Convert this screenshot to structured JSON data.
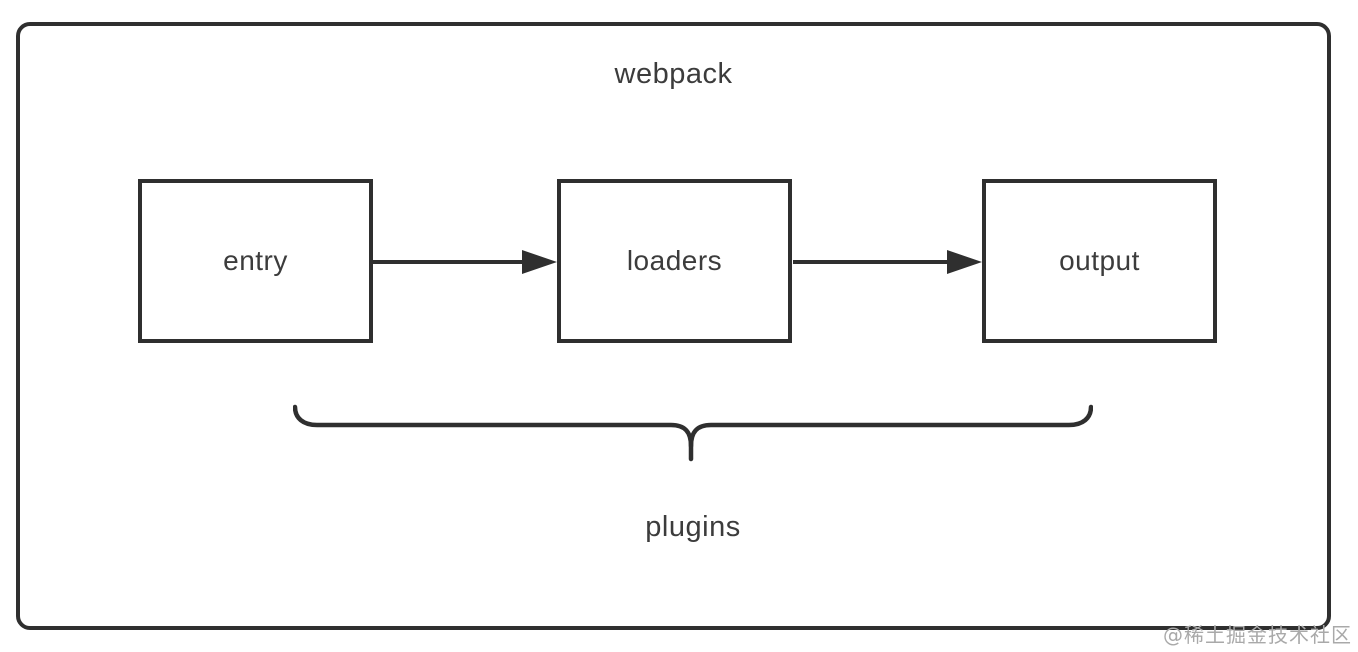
{
  "diagram": {
    "title": "webpack",
    "nodes": [
      {
        "id": "entry",
        "label": "entry"
      },
      {
        "id": "loaders",
        "label": "loaders"
      },
      {
        "id": "output",
        "label": "output"
      }
    ],
    "connections": [
      {
        "from": "entry",
        "to": "loaders",
        "style": "solid-arrow"
      },
      {
        "from": "loaders",
        "to": "output",
        "style": "solid-arrow"
      }
    ],
    "brace": {
      "label": "plugins",
      "spans": [
        "entry",
        "loaders",
        "output"
      ],
      "shape": "curly-underbrace"
    },
    "colors": {
      "line": "#2f2f2f",
      "text": "#3c3c3c",
      "background": "#ffffff",
      "watermark": "#a9a9a9"
    }
  },
  "watermark": {
    "text": "@稀土掘金技术社区"
  }
}
